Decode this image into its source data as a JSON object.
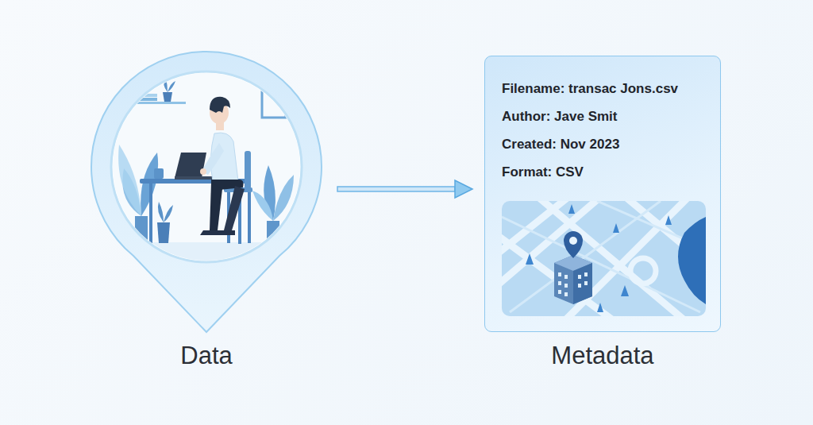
{
  "diagram": {
    "nodes": [
      {
        "text": [
          "Data"
        ]
      },
      {
        "text": [
          "Filename: transac Jons.csv",
          "Author: Jave Smit",
          "Created: Nov 2023",
          "Format: CSV",
          "Metadata"
        ]
      }
    ],
    "edges": [
      {
        "from": 0,
        "to": 1,
        "arrow": "to"
      }
    ]
  }
}
